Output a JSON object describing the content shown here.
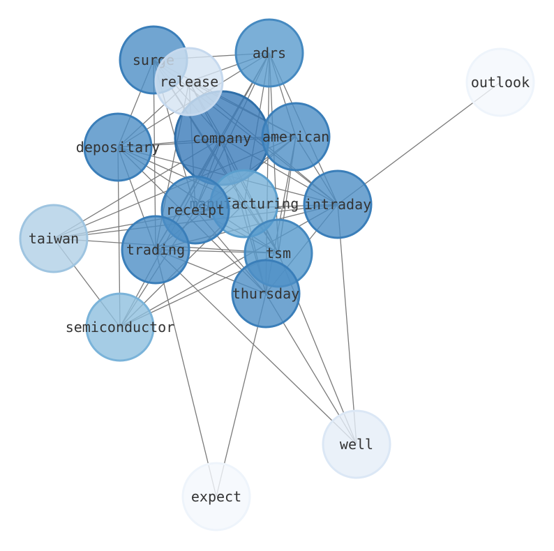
{
  "nodes": [
    {
      "id": "company",
      "label": "company",
      "color": "#3a7ab9",
      "stroke": "#2e6ea8"
    },
    {
      "id": "manufacturing",
      "label": "manufacturing",
      "color": "#78b1d8",
      "stroke": "#5a9ecd"
    },
    {
      "id": "receipt",
      "label": "receipt",
      "color": "#4d8fc6",
      "stroke": "#3a7eb9"
    },
    {
      "id": "american",
      "label": "american",
      "color": "#4d8fc6",
      "stroke": "#3a7eb9"
    },
    {
      "id": "adrs",
      "label": "adrs",
      "color": "#5a9bcd",
      "stroke": "#4589c0"
    },
    {
      "id": "surge",
      "label": "surge",
      "color": "#4d8fc6",
      "stroke": "#3a7eb9"
    },
    {
      "id": "release",
      "label": "release",
      "color": "#d5e4f2",
      "stroke": "#c6d9ee"
    },
    {
      "id": "depositary",
      "label": "depositary",
      "color": "#4d8fc6",
      "stroke": "#3a7eb9"
    },
    {
      "id": "intraday",
      "label": "intraday",
      "color": "#4d8fc6",
      "stroke": "#3a7eb9"
    },
    {
      "id": "tsm",
      "label": "tsm",
      "color": "#5598cc",
      "stroke": "#4387be"
    },
    {
      "id": "trading",
      "label": "trading",
      "color": "#4d8fc6",
      "stroke": "#3a7eb9"
    },
    {
      "id": "thursday",
      "label": "thursday",
      "color": "#4d8fc6",
      "stroke": "#3a7eb9"
    },
    {
      "id": "taiwan",
      "label": "taiwan",
      "color": "#b0d0e6",
      "stroke": "#9ec4e0"
    },
    {
      "id": "semiconductor",
      "label": "semiconductor",
      "color": "#8ebfdf",
      "stroke": "#7ab3d9"
    },
    {
      "id": "outlook",
      "label": "outlook",
      "color": "#f4f8fd",
      "stroke": "#eef4fb"
    },
    {
      "id": "well",
      "label": "well",
      "color": "#e5eef8",
      "stroke": "#dbe7f5"
    },
    {
      "id": "expect",
      "label": "expect",
      "color": "#f4f8fd",
      "stroke": "#eef4fb"
    }
  ],
  "edges": [
    [
      "surge",
      "adrs"
    ],
    [
      "surge",
      "company"
    ],
    [
      "surge",
      "american"
    ],
    [
      "surge",
      "intraday"
    ],
    [
      "surge",
      "tsm"
    ],
    [
      "surge",
      "trading"
    ],
    [
      "surge",
      "depositary"
    ],
    [
      "surge",
      "receipt"
    ],
    [
      "surge",
      "manufacturing"
    ],
    [
      "adrs",
      "release"
    ],
    [
      "adrs",
      "company"
    ],
    [
      "adrs",
      "american"
    ],
    [
      "adrs",
      "intraday"
    ],
    [
      "adrs",
      "tsm"
    ],
    [
      "adrs",
      "trading"
    ],
    [
      "adrs",
      "thursday"
    ],
    [
      "adrs",
      "receipt"
    ],
    [
      "adrs",
      "depositary"
    ],
    [
      "adrs",
      "manufacturing"
    ],
    [
      "release",
      "company"
    ],
    [
      "release",
      "american"
    ],
    [
      "release",
      "intraday"
    ],
    [
      "release",
      "tsm"
    ],
    [
      "release",
      "receipt"
    ],
    [
      "release",
      "depositary"
    ],
    [
      "release",
      "trading"
    ],
    [
      "depositary",
      "company"
    ],
    [
      "depositary",
      "american"
    ],
    [
      "depositary",
      "intraday"
    ],
    [
      "depositary",
      "tsm"
    ],
    [
      "depositary",
      "trading"
    ],
    [
      "depositary",
      "thursday"
    ],
    [
      "depositary",
      "semiconductor"
    ],
    [
      "depositary",
      "manufacturing"
    ],
    [
      "company",
      "american"
    ],
    [
      "company",
      "intraday"
    ],
    [
      "company",
      "tsm"
    ],
    [
      "company",
      "trading"
    ],
    [
      "company",
      "thursday"
    ],
    [
      "company",
      "taiwan"
    ],
    [
      "company",
      "semiconductor"
    ],
    [
      "company",
      "receipt"
    ],
    [
      "american",
      "intraday"
    ],
    [
      "american",
      "tsm"
    ],
    [
      "american",
      "trading"
    ],
    [
      "american",
      "thursday"
    ],
    [
      "american",
      "taiwan"
    ],
    [
      "american",
      "receipt"
    ],
    [
      "intraday",
      "outlook"
    ],
    [
      "intraday",
      "well"
    ],
    [
      "intraday",
      "receipt"
    ],
    [
      "intraday",
      "taiwan"
    ],
    [
      "intraday",
      "trading"
    ],
    [
      "intraday",
      "thursday"
    ],
    [
      "intraday",
      "semiconductor"
    ],
    [
      "manufacturing",
      "tsm"
    ],
    [
      "manufacturing",
      "thursday"
    ],
    [
      "manufacturing",
      "taiwan"
    ],
    [
      "manufacturing",
      "semiconductor"
    ],
    [
      "receipt",
      "tsm"
    ],
    [
      "receipt",
      "thursday"
    ],
    [
      "receipt",
      "semiconductor"
    ],
    [
      "taiwan",
      "tsm"
    ],
    [
      "taiwan",
      "semiconductor"
    ],
    [
      "trading",
      "tsm"
    ],
    [
      "trading",
      "thursday"
    ],
    [
      "trading",
      "well"
    ],
    [
      "trading",
      "expect"
    ],
    [
      "tsm",
      "well"
    ],
    [
      "tsm",
      "semiconductor"
    ],
    [
      "thursday",
      "expect"
    ],
    [
      "thursday",
      "well"
    ]
  ]
}
